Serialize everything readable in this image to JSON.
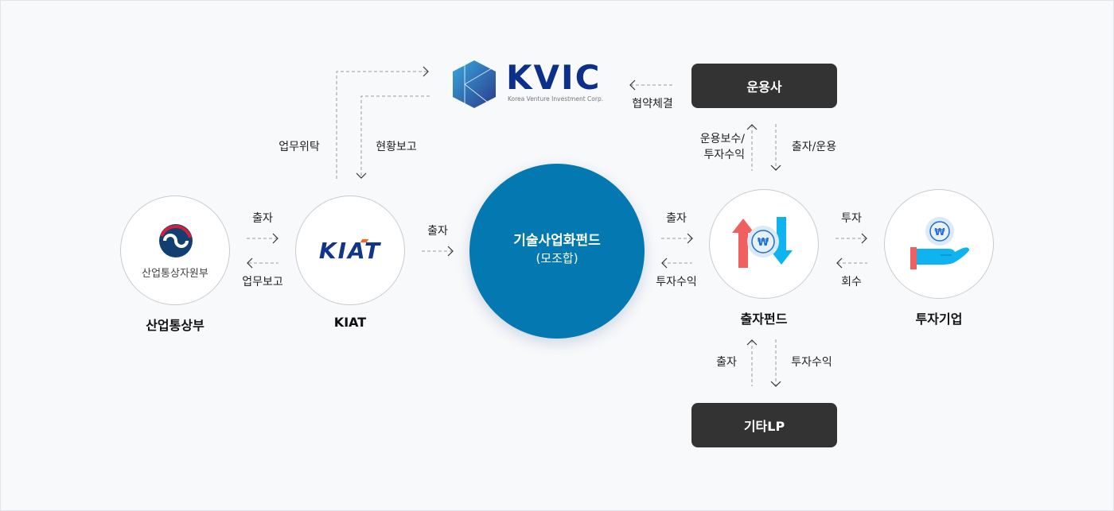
{
  "nodes": {
    "ministry": {
      "name": "산업통상부",
      "logo_text": "산업통상자원부"
    },
    "kiat": {
      "name": "KIAT",
      "logo_text": "KIAT"
    },
    "main_fund": {
      "title": "기술사업화펀드",
      "subtitle": "(모조합)"
    },
    "kvic": {
      "logo_text": "KVIC",
      "logo_subtext": "Korea Venture Investment Corp."
    },
    "operator": {
      "name": "운용사"
    },
    "investment_fund": {
      "name": "출자펀드"
    },
    "portfolio": {
      "name": "투자기업"
    },
    "other_lp": {
      "name": "기타LP"
    }
  },
  "flows": {
    "ministry_to_kiat": "출자",
    "kiat_to_ministry": "업무보고",
    "kiat_to_kvic": "업무위탁",
    "kvic_to_kiat": "현황보고",
    "kiat_to_main": "출자",
    "operator_to_kvic": "협약체결",
    "fund_to_operator": "운용보수/\n투자수익",
    "fund_to_operator_line1": "운용보수/",
    "fund_to_operator_line2": "투자수익",
    "operator_to_fund": "출자/운용",
    "main_to_fund": "출자",
    "fund_to_main": "투자수익",
    "fund_to_portfolio": "투자",
    "portfolio_to_fund": "회수",
    "lp_to_fund": "출자",
    "fund_to_lp": "투자수익"
  },
  "colors": {
    "main_fund": "#0479b1",
    "dark_box": "#333333",
    "kvic_blue": "#0c2f8a",
    "arrow_red": "#f0605e",
    "arrow_blue": "#0fb3f0",
    "kiat_orange": "#f26b1d"
  }
}
